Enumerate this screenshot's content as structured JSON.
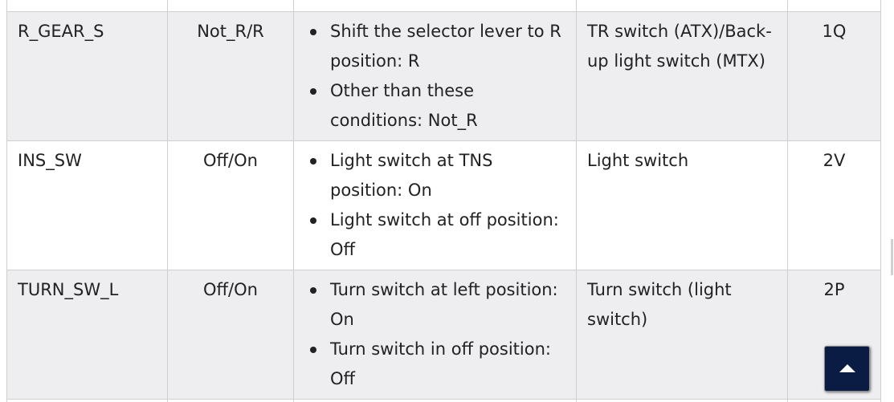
{
  "table": {
    "rows": [
      {
        "name": "R_GEAR_S",
        "values": "Not_R/R",
        "conditions": [
          "Shift the selector lever to R position: R",
          "Other than these conditions: Not_R"
        ],
        "remark": "TR switch (ATX)/Back-up light switch (MTX)",
        "pin": "1Q"
      },
      {
        "name": "INS_SW",
        "values": "Off/On",
        "conditions": [
          "Light switch at TNS position: On",
          "Light switch at off position: Off"
        ],
        "remark": "Light switch",
        "pin": "2V"
      },
      {
        "name": "TURN_SW_L",
        "values": "Off/On",
        "conditions": [
          "Turn switch at left position: On",
          "Turn switch in off position: Off"
        ],
        "remark": "Turn switch (light switch)",
        "pin": "2P"
      }
    ]
  },
  "back_to_top": {
    "icon": "arrow-up-icon",
    "color": "#0a1c44"
  }
}
